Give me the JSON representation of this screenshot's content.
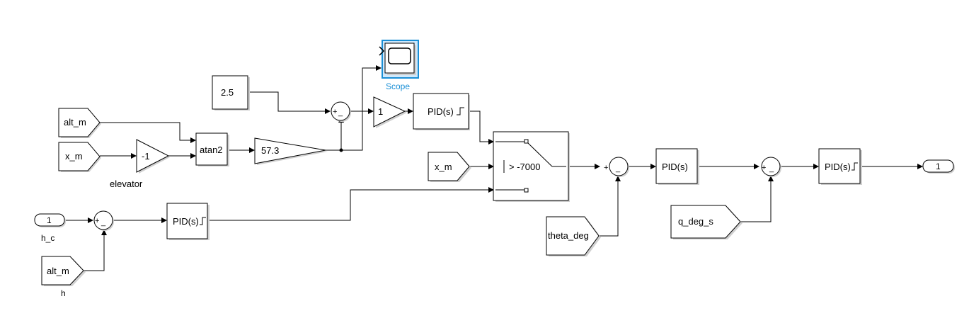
{
  "blocks": {
    "alt_m_goto": "alt_m",
    "x_m_goto_1": "x_m",
    "gain_neg1": "-1",
    "gain_neg1_caption": "elevator",
    "atan2": "atan2",
    "gain_573": "57.3",
    "const_25": "2.5",
    "scope_caption": "Scope",
    "gain_1": "1",
    "pid_top": "PID(s)",
    "x_m_goto_2": "x_m",
    "switch_threshold": "> -7000",
    "pid_mid": "PID(s)",
    "pid_right": "PID(s)",
    "out_port_num": "1",
    "in_port_num": "1",
    "in_port_caption": "h_c",
    "pid_bottom": "PID(s)",
    "alt_m_goto_2": "alt_m",
    "alt_m_goto_2_caption": "h",
    "theta_goto": "theta_deg",
    "q_goto": "q_deg_s"
  },
  "signs": {
    "sum_top_plus": "+",
    "sum_top_minus": "_",
    "sum_mid_plus": "+",
    "sum_mid_minus": "_",
    "sum_right_plus": "+",
    "sum_right_minus": "_",
    "sum_bottom_plus": "+",
    "sum_bottom_minus": "_"
  },
  "colors": {
    "scope_accent": "#1a8fd6",
    "scope_highlight": "#cfe8fb"
  }
}
